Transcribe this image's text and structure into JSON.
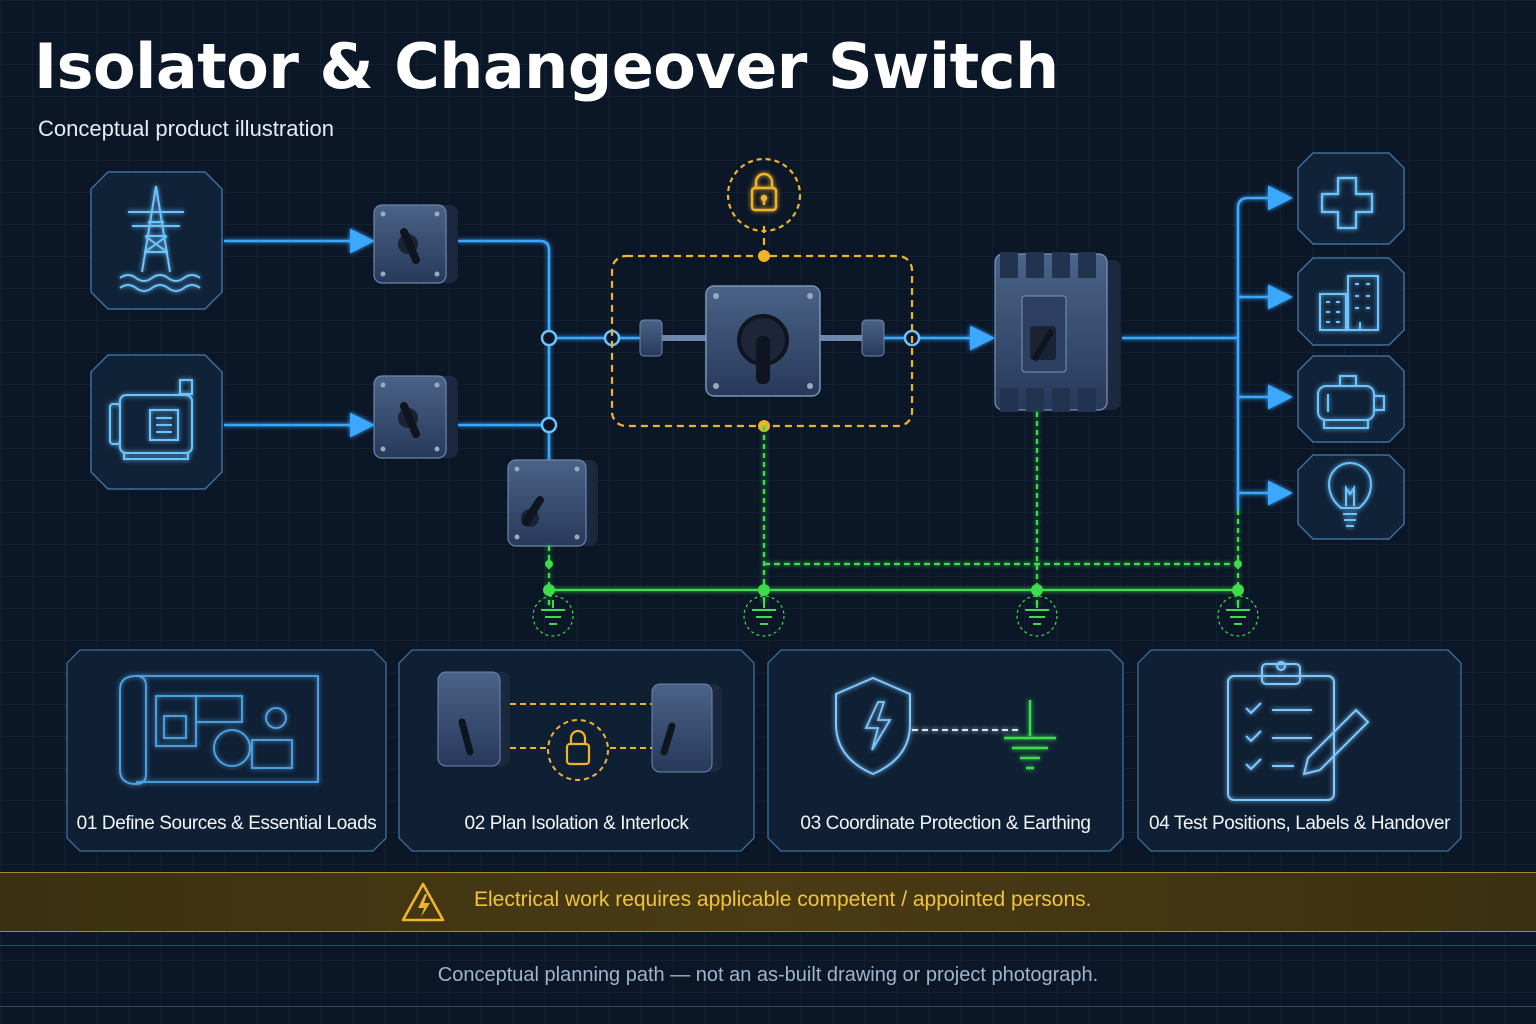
{
  "header": {
    "title": "Isolator & Changeover Switch",
    "subtitle": "Conceptual product illustration"
  },
  "diagram": {
    "sources": [
      {
        "icon": "transmission-tower-icon"
      },
      {
        "icon": "generator-icon"
      }
    ],
    "loads": [
      {
        "icon": "medical-cross-icon"
      },
      {
        "icon": "building-icon"
      },
      {
        "icon": "motor-icon"
      },
      {
        "icon": "light-bulb-icon"
      }
    ],
    "colors": {
      "power_line": "#3aa7ff",
      "interlock": "#f0b429",
      "earth": "#3ddc4a",
      "panel_border": "#3c6f9c"
    }
  },
  "steps": [
    {
      "label": "01 Define Sources & Essential Loads",
      "icon": "floor-plan-icon"
    },
    {
      "label": "02 Plan Isolation & Interlock",
      "icon": "interlocked-switches-icon"
    },
    {
      "label": "03 Coordinate Protection & Earthing",
      "icon": "shield-earth-icon"
    },
    {
      "label": "04 Test Positions, Labels & Handover",
      "icon": "checklist-icon"
    }
  ],
  "warning": {
    "text": "Electrical work requires applicable competent / appointed persons.",
    "icon": "warning-triangle-icon"
  },
  "footer": {
    "text": "Conceptual planning path — not an as-built drawing or project photograph."
  }
}
